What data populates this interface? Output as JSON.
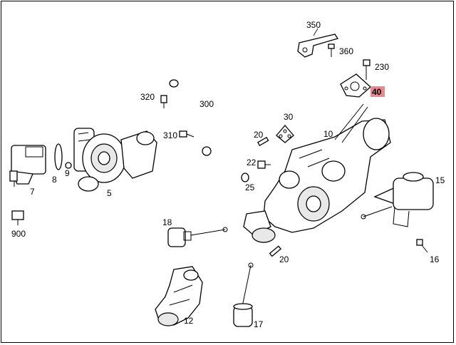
{
  "callouts": {
    "c350": "350",
    "c360": "360",
    "c230": "230",
    "c40": "40",
    "c320": "320",
    "c300": "300",
    "c310": "310",
    "c30": "30",
    "c20a": "20",
    "c10": "10",
    "c22": "22",
    "c25": "25",
    "c15": "15",
    "c7": "7",
    "c8": "8",
    "c9": "9",
    "c5": "5",
    "c900": "900",
    "c18": "18",
    "c20b": "20",
    "c16": "16",
    "c12": "12",
    "c17": "17"
  },
  "colors": {
    "highlight": "#e8888f",
    "line": "#000000",
    "background": "#ffffff"
  }
}
